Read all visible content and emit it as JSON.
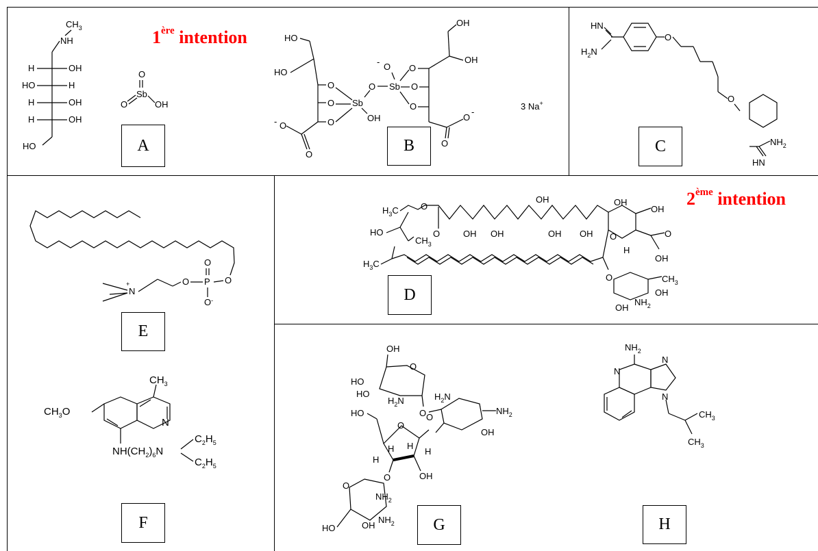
{
  "intentions": {
    "first": {
      "num": "1",
      "sup": "ère",
      "word": " intention"
    },
    "second": {
      "num": "2",
      "sup": "ème",
      "word": " intention"
    }
  },
  "labels": {
    "A": "A",
    "B": "B",
    "C": "C",
    "D": "D",
    "E": "E",
    "F": "F",
    "G": "G",
    "H": "H"
  },
  "compounds": {
    "A": {
      "ch3": "CH",
      "ch3_sub": "3",
      "nh": "NH",
      "rows": [
        "H",
        "OH",
        "HO",
        "H",
        "H",
        "OH",
        "H",
        "OH"
      ],
      "ho": "HO",
      "sb_o_top": "O",
      "sb": "Sb",
      "sb_o_left": "O",
      "sb_oh": "OH"
    },
    "B": {
      "ho_top": "HO",
      "ho_mid": "HO",
      "oh_top": "OH",
      "oh_right": "OH",
      "o": "O",
      "sb": "Sb",
      "oh_sb": "OH",
      "minus": "-",
      "na": "3 Na",
      "na_plus": "+"
    },
    "C": {
      "hn": "HN",
      "h2n": "H",
      "h2n_sub": "2",
      "n": "N",
      "o": "O",
      "nh2": "NH",
      "nh2_sub": "2"
    },
    "D": {
      "h3c": "H",
      "h3c_sub": "3",
      "c": "C",
      "o": "O",
      "oh": "OH",
      "ho": "HO",
      "ch3": "CH",
      "h": "H",
      "nh2": "NH",
      "nh2_sub": "2"
    },
    "E": {
      "n": "N",
      "plus": "+",
      "o": "O",
      "p": "P",
      "o_minus": "O",
      "minus": "-"
    },
    "F": {
      "ch3o": "CH",
      "ch3o_sub": "3",
      "ch3o_o": "O",
      "ch3": "CH",
      "ch3_sub": "3",
      "n": "N",
      "chain": "NH(CH",
      "chain_sub": "2",
      "chain_end": ")",
      "chain_sub2": "6",
      "chain_n": "N",
      "c2h5": "C",
      "c2h5_sub": "2",
      "c2h5_h": "H",
      "c2h5_sub2": "5"
    },
    "G": {
      "oh": "OH",
      "ho": "HO",
      "h2n": "H",
      "h2n_sub": "2",
      "n": "N",
      "nh2": "NH",
      "nh2_sub": "2",
      "o": "O",
      "h": "H"
    },
    "H": {
      "nh2": "NH",
      "nh2_sub": "2",
      "n": "N",
      "ch3": "CH",
      "ch3_sub": "3"
    }
  }
}
